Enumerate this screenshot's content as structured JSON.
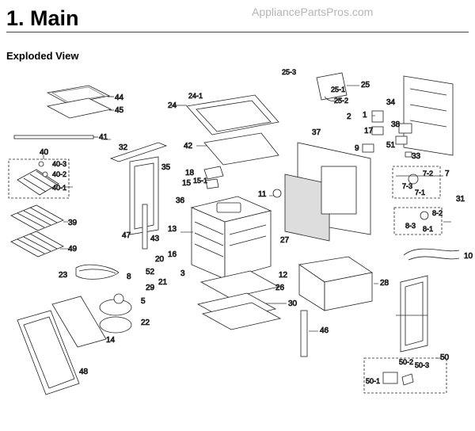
{
  "header": {
    "title": "1.  Main",
    "watermark": "AppliancePartsPros.com",
    "subtitle": "Exploded View"
  },
  "callouts": [
    "44",
    "45",
    "41",
    "40",
    "40-3",
    "40-2",
    "40-1",
    "39",
    "49",
    "32",
    "35",
    "47",
    "43",
    "23",
    "8",
    "52",
    "16",
    "20",
    "29",
    "21",
    "5",
    "22",
    "14",
    "48",
    "24",
    "24-1",
    "42",
    "18",
    "15",
    "15-1",
    "36",
    "13",
    "3",
    "2",
    "27",
    "26",
    "30",
    "12",
    "25",
    "25-3",
    "25-1",
    "25-2",
    "1",
    "17",
    "34",
    "38",
    "51",
    "9",
    "33",
    "37",
    "11",
    "7",
    "7-2",
    "7-3",
    "7-1",
    "31",
    "8-2",
    "8-3",
    "8-1",
    "10",
    "28",
    "46",
    "50",
    "50-2",
    "50-3",
    "50-1"
  ]
}
